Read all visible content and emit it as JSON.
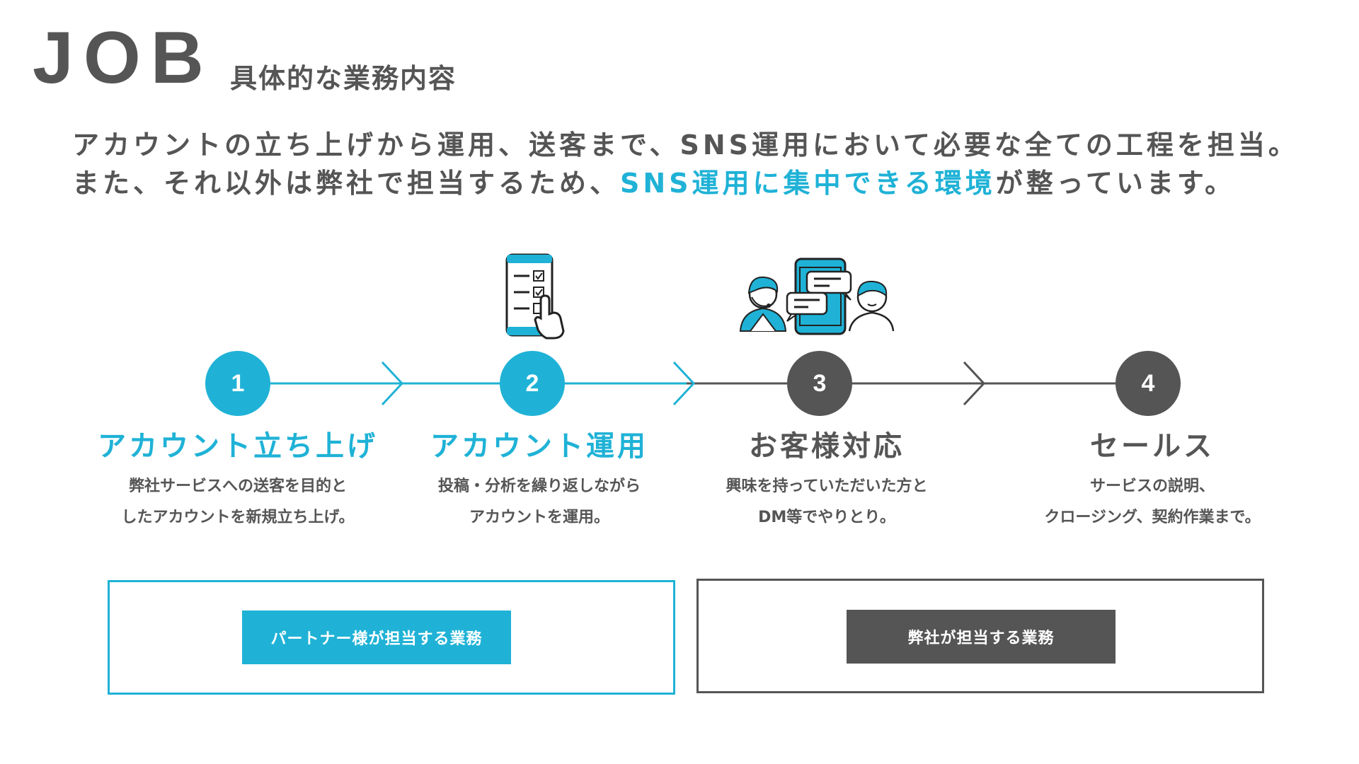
{
  "header": {
    "title": "JOB",
    "subtitle": "具体的な業務内容"
  },
  "lead": {
    "line1": "アカウントの立ち上げから運用、送客まで、SNS運用において必要な全ての工程を担当。",
    "line2_before": "また、それ以外は弊社で担当するため、",
    "line2_accent": "SNS運用に集中できる環境",
    "line2_after": "が整っています。"
  },
  "steps": [
    {
      "number": "1",
      "title": "アカウント立ち上げ",
      "desc1": "弊社サービスへの送客を目的と",
      "desc2": "したアカウントを新規立ち上げ。"
    },
    {
      "number": "2",
      "title": "アカウント運用",
      "desc1": "投稿・分析を繰り返しながら",
      "desc2": "アカウントを運用。"
    },
    {
      "number": "3",
      "title": "お客様対応",
      "desc1": "興味を持っていただいた方と",
      "desc2": "DM等でやりとり。"
    },
    {
      "number": "4",
      "title": "セールス",
      "desc1": "サービスの説明、",
      "desc2": "クロージング、契約作業まで。"
    }
  ],
  "roles": {
    "partner_label": "パートナー様が担当する業務",
    "company_label": "弊社が担当する業務"
  },
  "icons": {
    "step2": "checklist-phone-icon",
    "step3": "customer-support-chat-icon"
  },
  "colors": {
    "accent": "#1fb2d6",
    "dark": "#555555"
  }
}
